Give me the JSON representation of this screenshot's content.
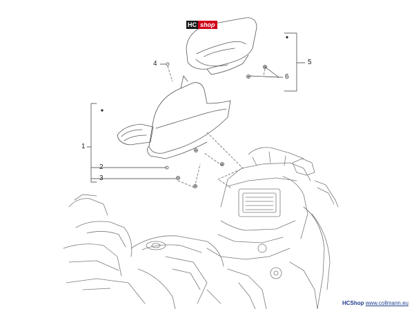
{
  "logo": {
    "part1": "HC",
    "part2": "shop"
  },
  "callouts": [
    "1",
    "2",
    "3",
    "4",
    "5",
    "6"
  ],
  "footer": {
    "brand": "HCShop",
    "site": "www.collmann.eu"
  },
  "colors": {
    "line": "#555555",
    "logo_dark": "#1a1a1a",
    "logo_red": "#d0021b",
    "footer": "#1c3d8c"
  }
}
